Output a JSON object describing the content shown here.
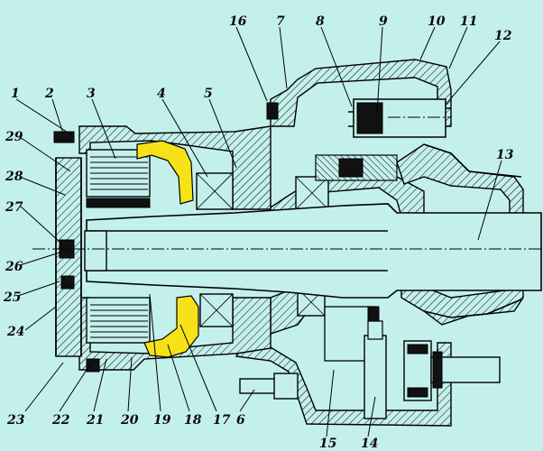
{
  "diagram": {
    "labels": [
      "1",
      "2",
      "3",
      "4",
      "5",
      "6",
      "7",
      "8",
      "9",
      "10",
      "11",
      "12",
      "13",
      "14",
      "15",
      "16",
      "17",
      "18",
      "19",
      "20",
      "21",
      "22",
      "23",
      "24",
      "25",
      "26",
      "27",
      "28",
      "29"
    ]
  },
  "colors": {
    "background": "#c4f0ec",
    "seal_highlight": "#f7e21a",
    "line": "#000000"
  }
}
